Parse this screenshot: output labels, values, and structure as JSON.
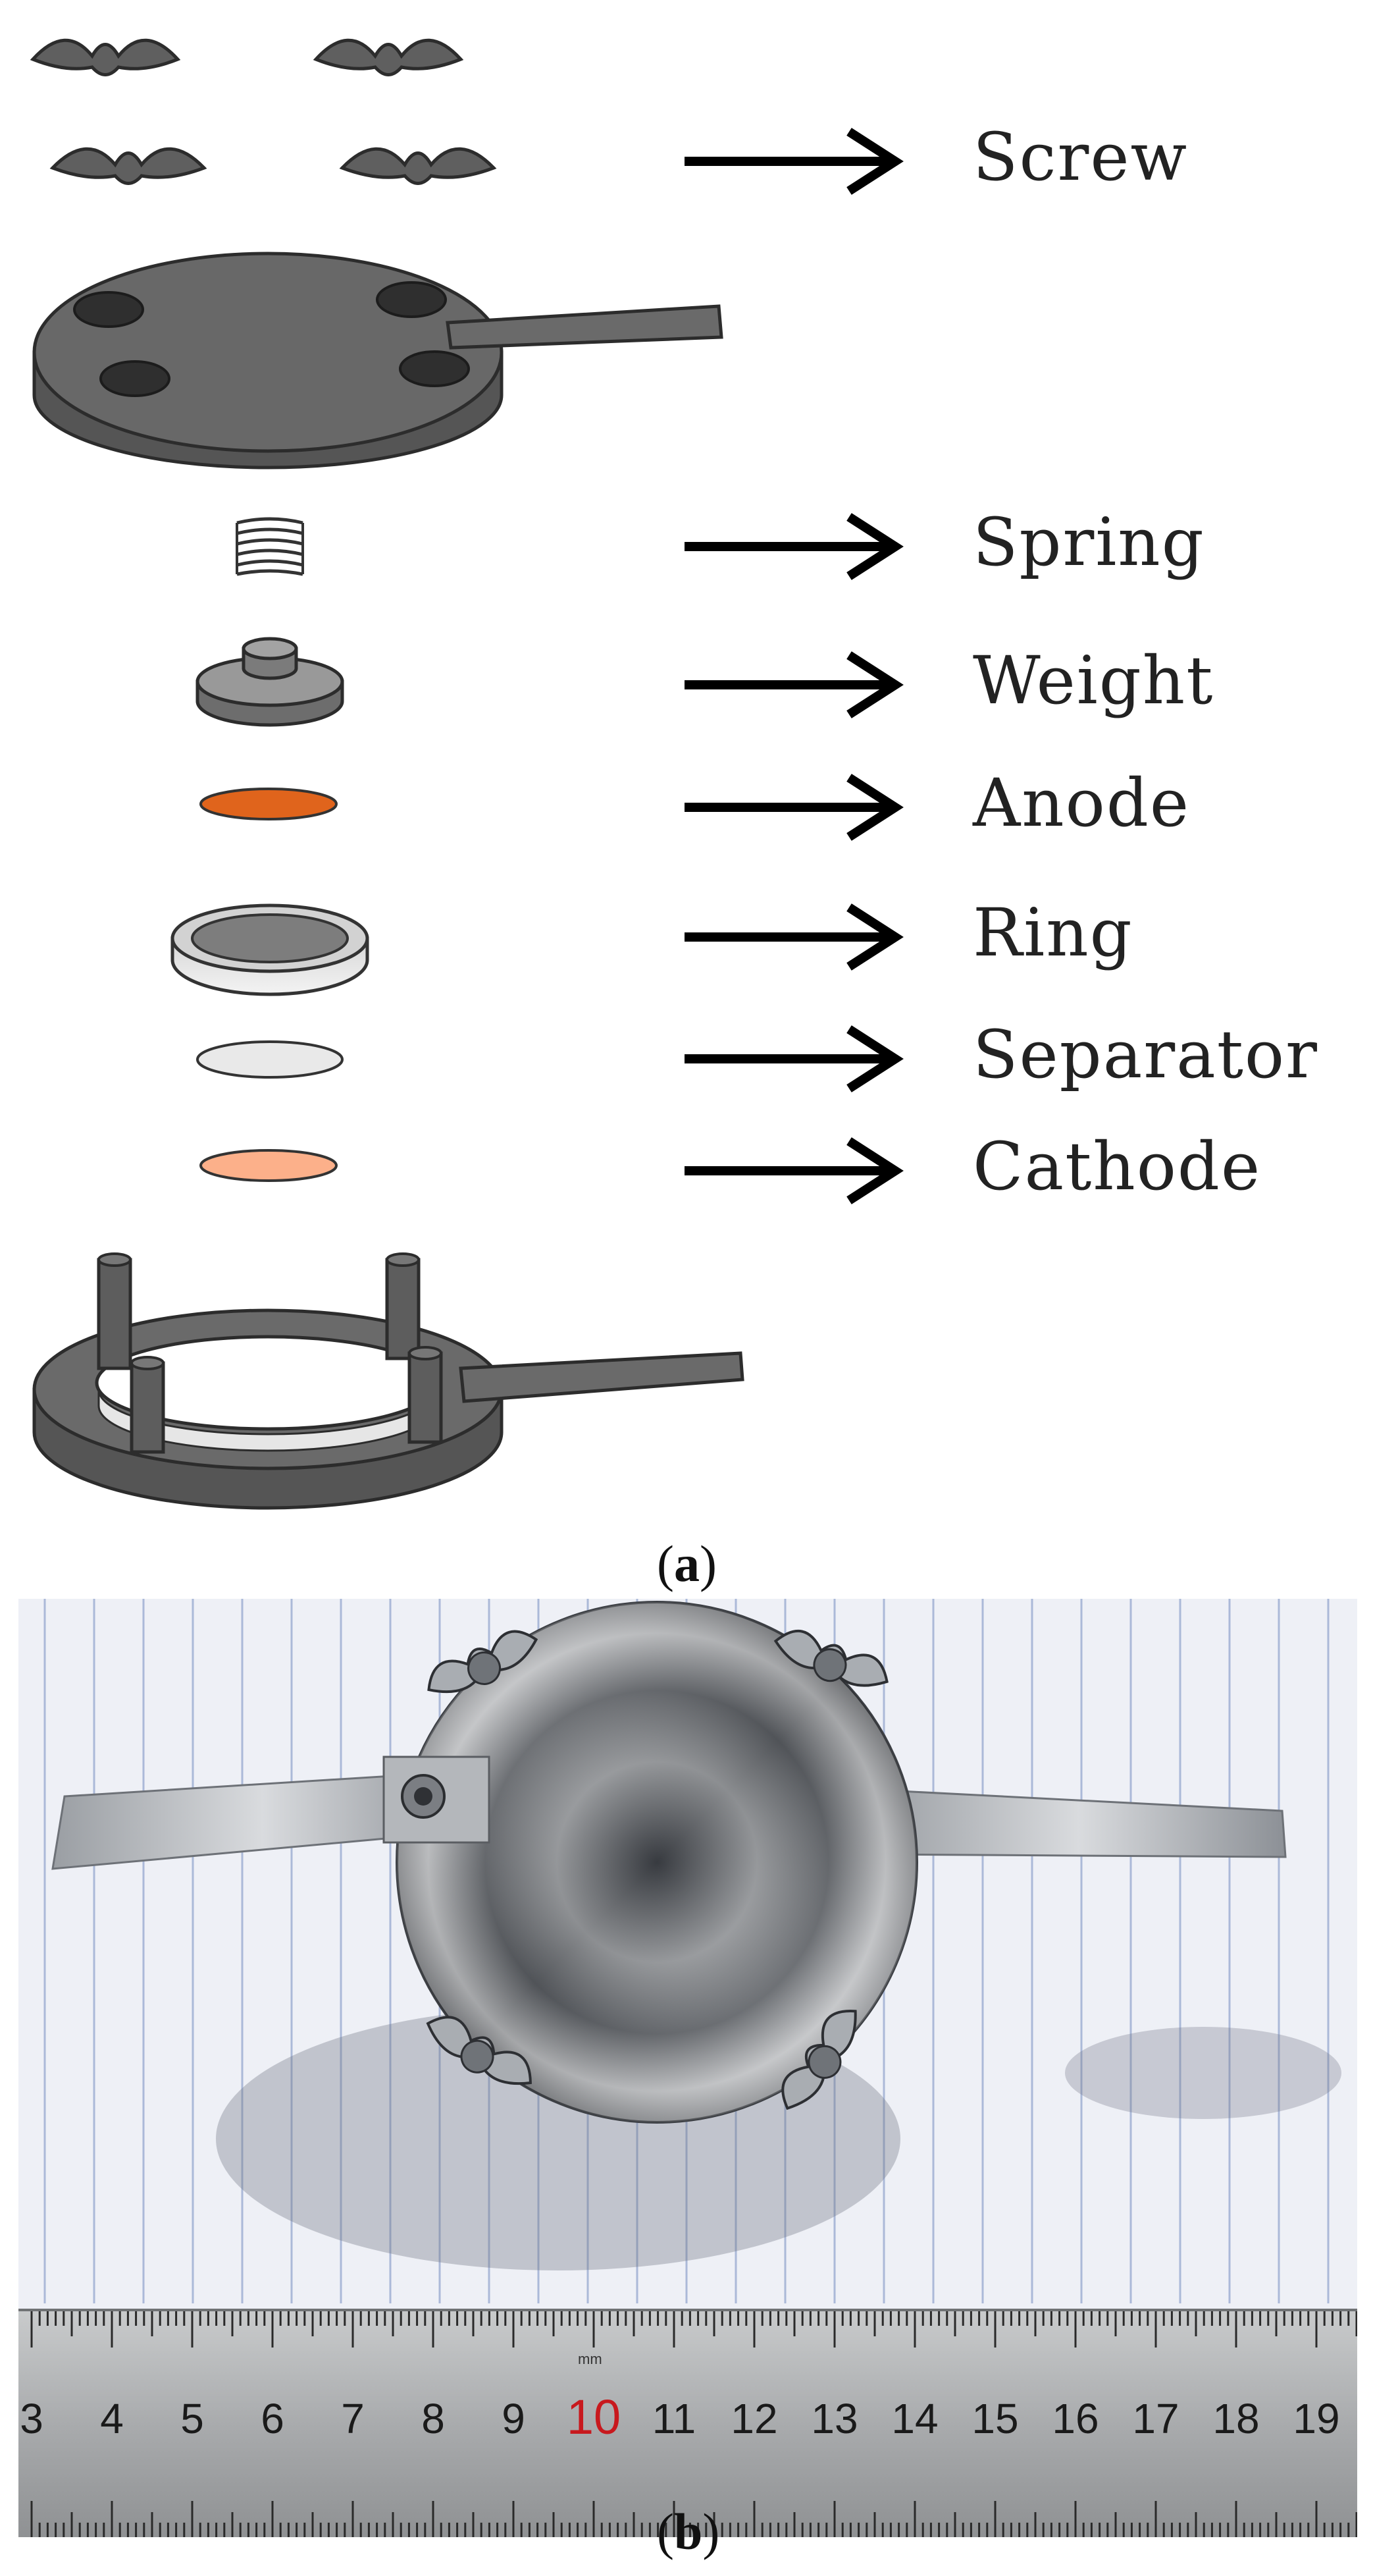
{
  "figure": {
    "parts": [
      {
        "id": "screw",
        "label": "Screw"
      },
      {
        "id": "spring",
        "label": "Spring"
      },
      {
        "id": "weight",
        "label": "Weight"
      },
      {
        "id": "anode",
        "label": "Anode"
      },
      {
        "id": "ring",
        "label": "Ring"
      },
      {
        "id": "separator",
        "label": "Separator"
      },
      {
        "id": "cathode",
        "label": "Cathode"
      }
    ],
    "colors": {
      "dark_part": "#5f5f5f",
      "anode": "#e0641c",
      "cathode": "#fcb08a",
      "separator": "#e9e9e9",
      "ring": "#d9d9d9"
    },
    "caption_a": {
      "open": "(",
      "letter": "a",
      "close": ")"
    },
    "caption_b": {
      "open": "(",
      "letter": "b",
      "close": ")"
    }
  },
  "photo": {
    "ruler": {
      "unit_mark": "mm",
      "numbers": [
        "3",
        "4",
        "5",
        "6",
        "7",
        "8",
        "9",
        "10",
        "11",
        "12",
        "13",
        "14",
        "15",
        "16",
        "17",
        "18",
        "19"
      ],
      "highlight": "10"
    }
  }
}
